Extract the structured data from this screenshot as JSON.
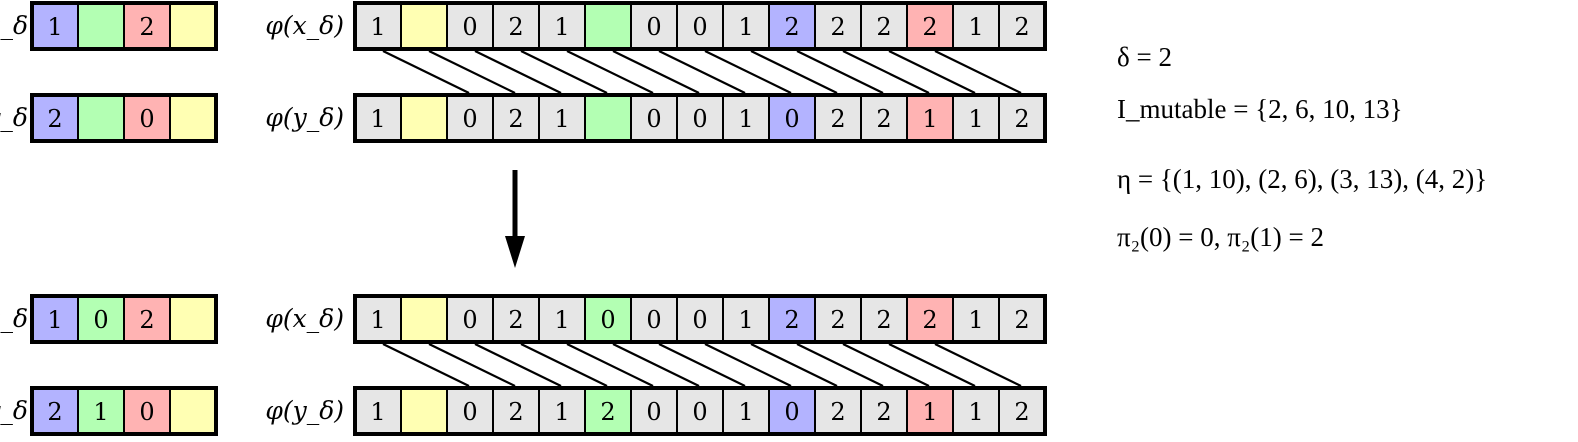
{
  "colors": {
    "gray": "#e6e6e6",
    "blue": "#b3b3ff",
    "green": "#b3ffb3",
    "red": "#ffb3b3",
    "yellow": "#ffffb3"
  },
  "panels": [
    {
      "x": {
        "label": "x_δ",
        "cells": [
          [
            "1",
            "blue"
          ],
          [
            "",
            "green"
          ],
          [
            "2",
            "red"
          ],
          [
            "",
            "yellow"
          ]
        ]
      },
      "y": {
        "label": "y_δ",
        "cells": [
          [
            "2",
            "blue"
          ],
          [
            "",
            "green"
          ],
          [
            "0",
            "red"
          ],
          [
            "",
            "yellow"
          ]
        ]
      },
      "phix": {
        "label": "φ(x_δ)",
        "cells": [
          [
            "1",
            "gray"
          ],
          [
            "",
            "yellow"
          ],
          [
            "0",
            "gray"
          ],
          [
            "2",
            "gray"
          ],
          [
            "1",
            "gray"
          ],
          [
            "",
            "green"
          ],
          [
            "0",
            "gray"
          ],
          [
            "0",
            "gray"
          ],
          [
            "1",
            "gray"
          ],
          [
            "2",
            "blue"
          ],
          [
            "2",
            "gray"
          ],
          [
            "2",
            "gray"
          ],
          [
            "2",
            "red"
          ],
          [
            "1",
            "gray"
          ],
          [
            "2",
            "gray"
          ]
        ]
      },
      "phiy": {
        "label": "φ(y_δ)",
        "cells": [
          [
            "1",
            "gray"
          ],
          [
            "",
            "yellow"
          ],
          [
            "0",
            "gray"
          ],
          [
            "2",
            "gray"
          ],
          [
            "1",
            "gray"
          ],
          [
            "",
            "green"
          ],
          [
            "0",
            "gray"
          ],
          [
            "0",
            "gray"
          ],
          [
            "1",
            "gray"
          ],
          [
            "0",
            "blue"
          ],
          [
            "2",
            "gray"
          ],
          [
            "2",
            "gray"
          ],
          [
            "1",
            "red"
          ],
          [
            "1",
            "gray"
          ],
          [
            "2",
            "gray"
          ]
        ]
      }
    },
    {
      "x": {
        "label": "x_δ",
        "cells": [
          [
            "1",
            "blue"
          ],
          [
            "0",
            "green"
          ],
          [
            "2",
            "red"
          ],
          [
            "",
            "yellow"
          ]
        ]
      },
      "y": {
        "label": "y_δ",
        "cells": [
          [
            "2",
            "blue"
          ],
          [
            "1",
            "green"
          ],
          [
            "0",
            "red"
          ],
          [
            "",
            "yellow"
          ]
        ]
      },
      "phix": {
        "label": "φ(x_δ)",
        "cells": [
          [
            "1",
            "gray"
          ],
          [
            "",
            "yellow"
          ],
          [
            "0",
            "gray"
          ],
          [
            "2",
            "gray"
          ],
          [
            "1",
            "gray"
          ],
          [
            "0",
            "green"
          ],
          [
            "0",
            "gray"
          ],
          [
            "0",
            "gray"
          ],
          [
            "1",
            "gray"
          ],
          [
            "2",
            "blue"
          ],
          [
            "2",
            "gray"
          ],
          [
            "2",
            "gray"
          ],
          [
            "2",
            "red"
          ],
          [
            "1",
            "gray"
          ],
          [
            "2",
            "gray"
          ]
        ]
      },
      "phiy": {
        "label": "φ(y_δ)",
        "cells": [
          [
            "1",
            "gray"
          ],
          [
            "",
            "yellow"
          ],
          [
            "0",
            "gray"
          ],
          [
            "2",
            "gray"
          ],
          [
            "1",
            "gray"
          ],
          [
            "2",
            "green"
          ],
          [
            "0",
            "gray"
          ],
          [
            "0",
            "gray"
          ],
          [
            "1",
            "gray"
          ],
          [
            "0",
            "blue"
          ],
          [
            "2",
            "gray"
          ],
          [
            "2",
            "gray"
          ],
          [
            "1",
            "red"
          ],
          [
            "1",
            "gray"
          ],
          [
            "2",
            "gray"
          ]
        ]
      }
    }
  ],
  "equations": {
    "delta": "δ = 2",
    "i_mutable": "I_mutable = {2, 6, 10, 13}",
    "eta": "η = {(1, 10), (2, 6), (3, 13), (4, 2)}",
    "pi": "π₂(0) = 0, π₂(1) = 2"
  }
}
